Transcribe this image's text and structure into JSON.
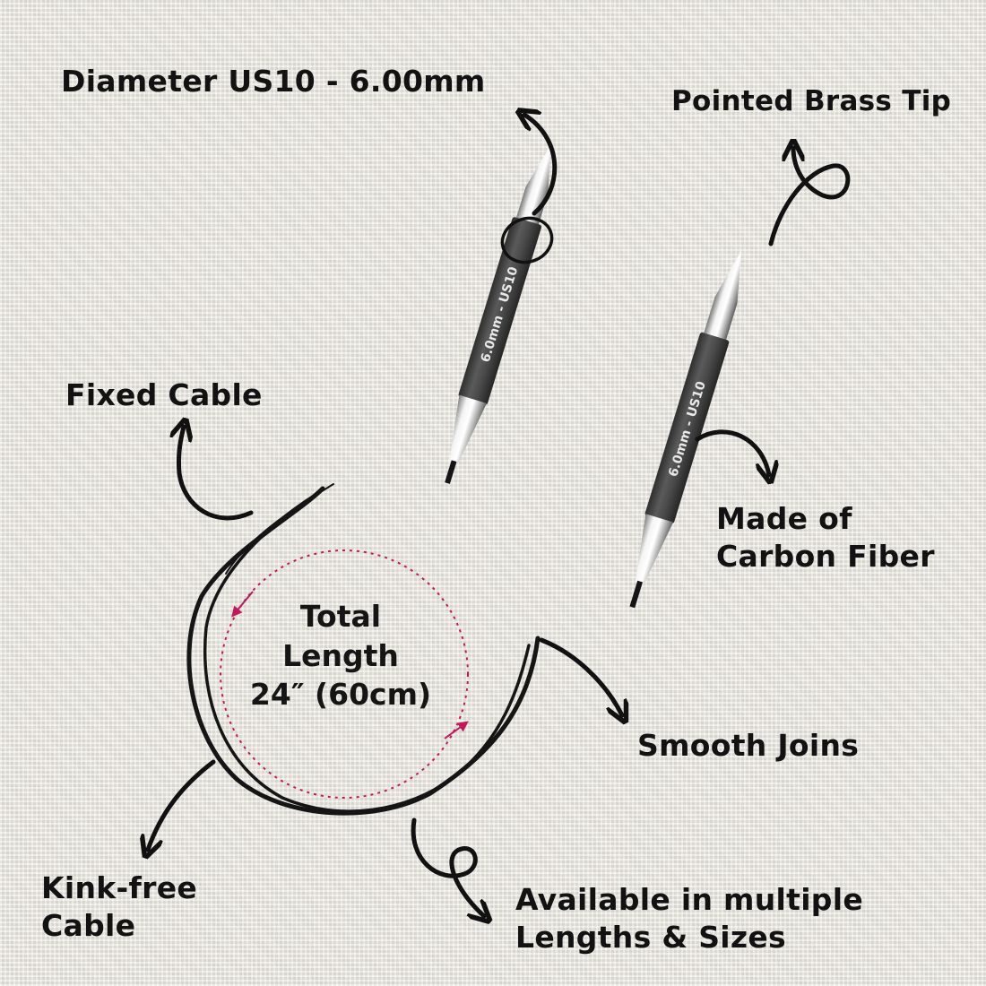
{
  "labels": {
    "diameter": "Diameter US10 - 6.00mm",
    "tip": "Pointed Brass Tip",
    "fixed_cable": "Fixed Cable",
    "carbon_line1": "Made of",
    "carbon_line2": "Carbon Fiber",
    "smooth_joins": "Smooth Joins",
    "kink_line1": "Kink-free",
    "kink_line2": "Cable",
    "available_line1": "Available in multiple",
    "available_line2": "Lengths & Sizes"
  },
  "center": {
    "line1": "Total",
    "line2": "Length",
    "line3": "24″ (60cm)"
  },
  "needle_marking": "6.0mm - US10",
  "colors": {
    "accent_dashed_circle": "#c2185b",
    "cable": "#151515",
    "carbon_body": "#4e4e4e",
    "brass_tip": "#d9d9d9"
  },
  "icons": [
    "curved-arrow-icon",
    "loop-arrow-icon"
  ]
}
